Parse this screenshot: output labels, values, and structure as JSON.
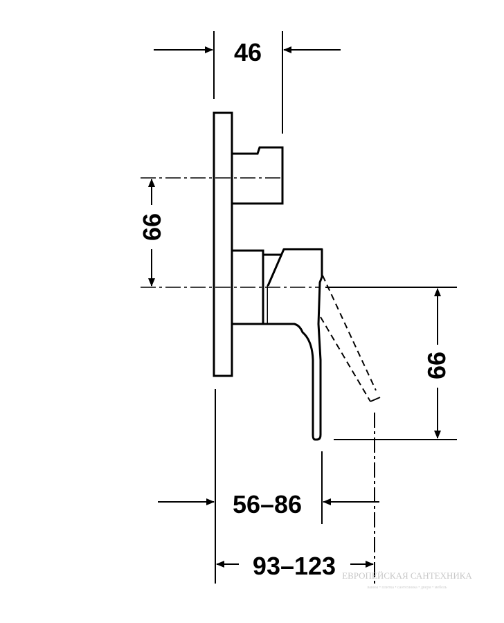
{
  "dimensions": {
    "top_width": "46",
    "vertical_spacing": "66",
    "handle_drop": "99",
    "projection_min_max": "56–86",
    "total_depth": "93–123"
  },
  "watermark": {
    "title": "ЕВРОПЕЙСКАЯ САНТЕХНИКА",
    "subtitle": "ванны • плитка • сантехника • двери • мебель"
  },
  "colors": {
    "line": "#000000",
    "background": "#ffffff",
    "watermark": "#c9c9c9"
  }
}
